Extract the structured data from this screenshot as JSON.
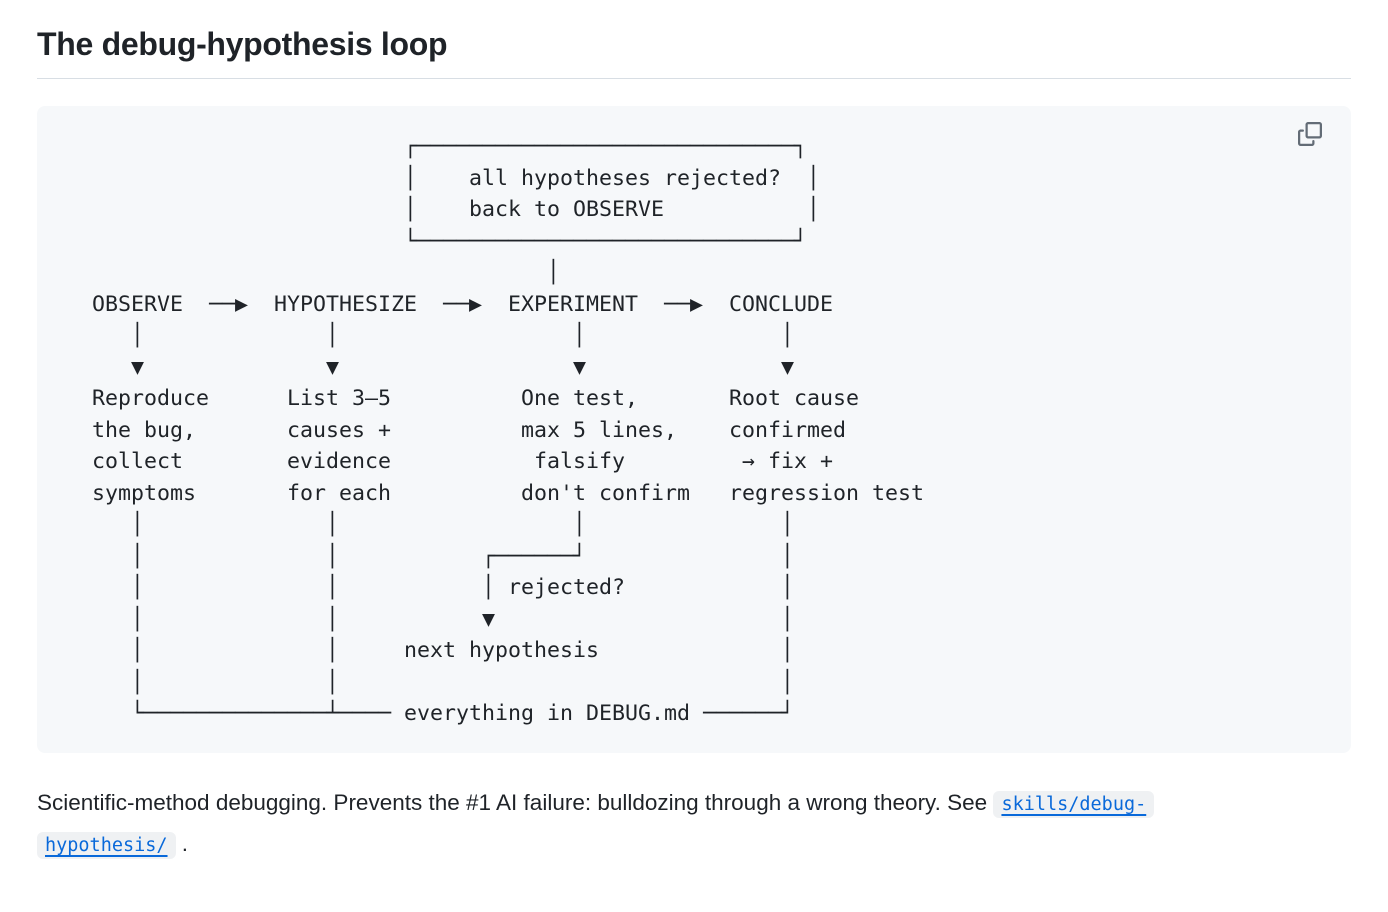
{
  "page": {
    "title": "The debug-hypothesis loop"
  },
  "diagram": {
    "copy_button_label": "Copy",
    "lines": [
      "                           ┌─────────────────────────────┐",
      "                           │    all hypotheses rejected?  │",
      "                           │    back to OBSERVE           │",
      "                           └─────────────────────────────┘",
      "                                      │",
      "   OBSERVE  ──▶  HYPOTHESIZE  ──▶  EXPERIMENT  ──▶  CONCLUDE",
      "      │              │                  │               │",
      "      ▼              ▼                  ▼               ▼",
      "   Reproduce      List 3–5          One test,       Root cause",
      "   the bug,       causes +          max 5 lines,    confirmed",
      "   collect        evidence           falsify         → fix +",
      "   symptoms       for each          don't confirm   regression test",
      "      │              │                  │               │",
      "      │              │           ┌──────┘               │",
      "      │              │           │ rejected?            │",
      "      │              │           ▼                      │",
      "      │              │     next hypothesis              │",
      "      │              │                                  │",
      "      └──────────────┴──── everything in DEBUG.md ──────┘"
    ]
  },
  "paragraph": {
    "lead": "Scientific-method debugging. Prevents the #1 AI failure: bulldozing through a wrong theory. See ",
    "link": {
      "line1": "skills/debug-",
      "line2": "hypothesis/"
    },
    "tail": " ."
  },
  "colors": {
    "text": "#1f2328",
    "link_blue": "#0969da",
    "code_block_bg": "#f6f8fa",
    "divider": "#d8dee4",
    "icon_gray": "#636c76"
  }
}
